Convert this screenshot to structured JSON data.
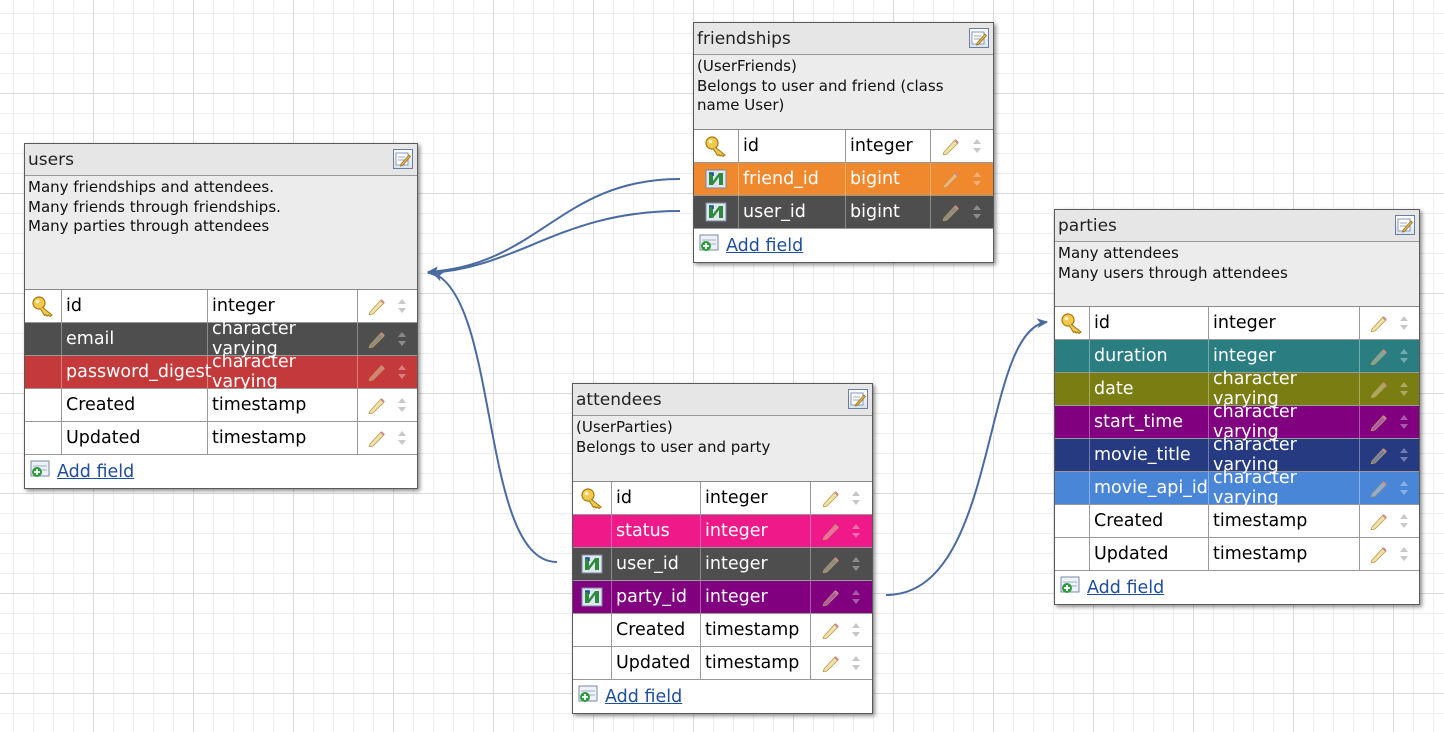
{
  "colors": {
    "default_bg": "#ffffff",
    "dark_gray": "#4e4e4e",
    "red": "#c43a3a",
    "orange": "#f0882e",
    "pink": "#f0198a",
    "purple": "#800080",
    "teal": "#2a7d80",
    "olive": "#7a7d12",
    "navy": "#253a80",
    "light_blue": "#4a86d8",
    "connector": "#4a6aa0"
  },
  "icons": {
    "primary_key": "key-icon",
    "foreign_key": "foreign-key-icon",
    "edit": "edit-table-icon",
    "pencil": "pencil-icon",
    "reorder": "reorder-arrows-icon",
    "add": "add-field-icon"
  },
  "tables": {
    "users": {
      "name": "users",
      "description": [
        "Many friendships and attendees.",
        "Many friends through friendships.",
        "Many parties through attendees"
      ],
      "add_field": "Add field",
      "fields": [
        {
          "name": "id",
          "type": "integer",
          "key": "primary",
          "color": "default_bg"
        },
        {
          "name": "email",
          "type": "character varying",
          "key": "none",
          "color": "dark_gray"
        },
        {
          "name": "password_digest",
          "type": "character varying",
          "key": "none",
          "color": "red"
        },
        {
          "name": "Created",
          "type": "timestamp",
          "key": "none",
          "color": "default_bg"
        },
        {
          "name": "Updated",
          "type": "timestamp",
          "key": "none",
          "color": "default_bg"
        }
      ]
    },
    "friendships": {
      "name": "friendships",
      "description": [
        "(UserFriends)",
        "Belongs to user and friend (class name User)"
      ],
      "add_field": "Add field",
      "fields": [
        {
          "name": "id",
          "type": "integer",
          "key": "primary",
          "color": "default_bg"
        },
        {
          "name": "friend_id",
          "type": "bigint",
          "key": "foreign",
          "color": "orange"
        },
        {
          "name": "user_id",
          "type": "bigint",
          "key": "foreign",
          "color": "dark_gray"
        }
      ]
    },
    "attendees": {
      "name": "attendees",
      "description": [
        "(UserParties)",
        "Belongs to user and party"
      ],
      "add_field": "Add field",
      "fields": [
        {
          "name": "id",
          "type": "integer",
          "key": "primary",
          "color": "default_bg"
        },
        {
          "name": "status",
          "type": "integer",
          "key": "none",
          "color": "pink"
        },
        {
          "name": "user_id",
          "type": "integer",
          "key": "foreign",
          "color": "dark_gray"
        },
        {
          "name": "party_id",
          "type": "integer",
          "key": "foreign",
          "color": "purple"
        },
        {
          "name": "Created",
          "type": "timestamp",
          "key": "none",
          "color": "default_bg"
        },
        {
          "name": "Updated",
          "type": "timestamp",
          "key": "none",
          "color": "default_bg"
        }
      ]
    },
    "parties": {
      "name": "parties",
      "description": [
        "Many attendees",
        "Many users through attendees"
      ],
      "add_field": "Add field",
      "fields": [
        {
          "name": "id",
          "type": "integer",
          "key": "primary",
          "color": "default_bg"
        },
        {
          "name": "duration",
          "type": "integer",
          "key": "none",
          "color": "teal"
        },
        {
          "name": "date",
          "type": "character varying",
          "key": "none",
          "color": "olive"
        },
        {
          "name": "start_time",
          "type": "character varying",
          "key": "none",
          "color": "purple"
        },
        {
          "name": "movie_title",
          "type": "character varying",
          "key": "none",
          "color": "navy"
        },
        {
          "name": "movie_api_id",
          "type": "character varying",
          "key": "none",
          "color": "light_blue"
        },
        {
          "name": "Created",
          "type": "timestamp",
          "key": "none",
          "color": "default_bg"
        },
        {
          "name": "Updated",
          "type": "timestamp",
          "key": "none",
          "color": "default_bg"
        }
      ]
    }
  },
  "relations": [
    {
      "from_table": "friendships",
      "from_field": "friend_id",
      "to_table": "users",
      "to_field": "id"
    },
    {
      "from_table": "friendships",
      "from_field": "user_id",
      "to_table": "users",
      "to_field": "id"
    },
    {
      "from_table": "attendees",
      "from_field": "user_id",
      "to_table": "users",
      "to_field": "id"
    },
    {
      "from_table": "attendees",
      "from_field": "party_id",
      "to_table": "parties",
      "to_field": "id"
    }
  ]
}
